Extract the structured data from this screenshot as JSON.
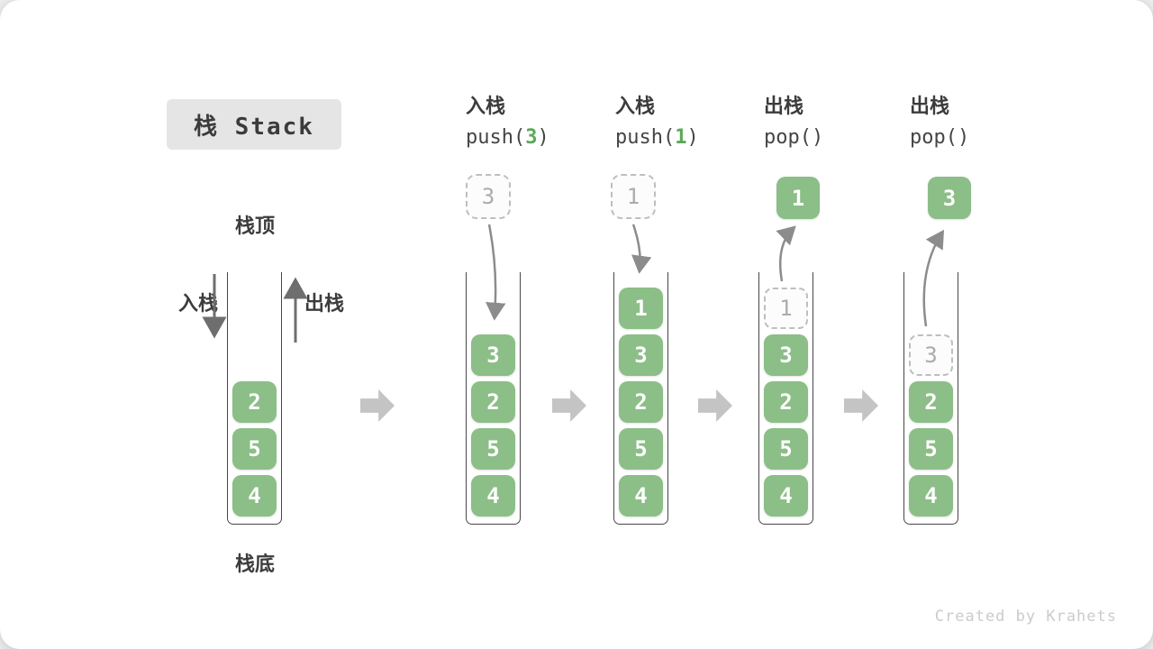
{
  "title": {
    "text": "栈 Stack"
  },
  "labels": {
    "stack_top": "栈顶",
    "stack_bottom": "栈底",
    "push_side": "入栈",
    "pop_side": "出栈"
  },
  "operations": [
    {
      "label": "入栈",
      "code_pre": "push(",
      "arg": "3",
      "code_post": ")"
    },
    {
      "label": "入栈",
      "code_pre": "push(",
      "arg": "1",
      "code_post": ")"
    },
    {
      "label": "出栈",
      "code_pre": "pop(",
      "arg": "",
      "code_post": ")"
    },
    {
      "label": "出栈",
      "code_pre": "pop(",
      "arg": "",
      "code_post": ")"
    }
  ],
  "stacks": [
    {
      "name": "initial",
      "blocks": [
        "2",
        "5",
        "4"
      ]
    },
    {
      "name": "after-push-3",
      "incoming": "3",
      "blocks": [
        "3",
        "2",
        "5",
        "4"
      ]
    },
    {
      "name": "after-push-1",
      "incoming": "1",
      "blocks": [
        "1",
        "3",
        "2",
        "5",
        "4"
      ]
    },
    {
      "name": "after-pop-1",
      "popped": "1",
      "ghost": "1",
      "blocks": [
        "3",
        "2",
        "5",
        "4"
      ]
    },
    {
      "name": "after-pop-3",
      "popped": "3",
      "ghost": "3",
      "blocks": [
        "2",
        "5",
        "4"
      ]
    }
  ],
  "colors": {
    "block_green": "#8cbe87",
    "code_arg_green": "#5ba85a",
    "step_arrow_gray": "#c4c4c4",
    "title_box_gray": "#e5e5e5"
  },
  "watermark": {
    "text": "Created by Krahets"
  }
}
